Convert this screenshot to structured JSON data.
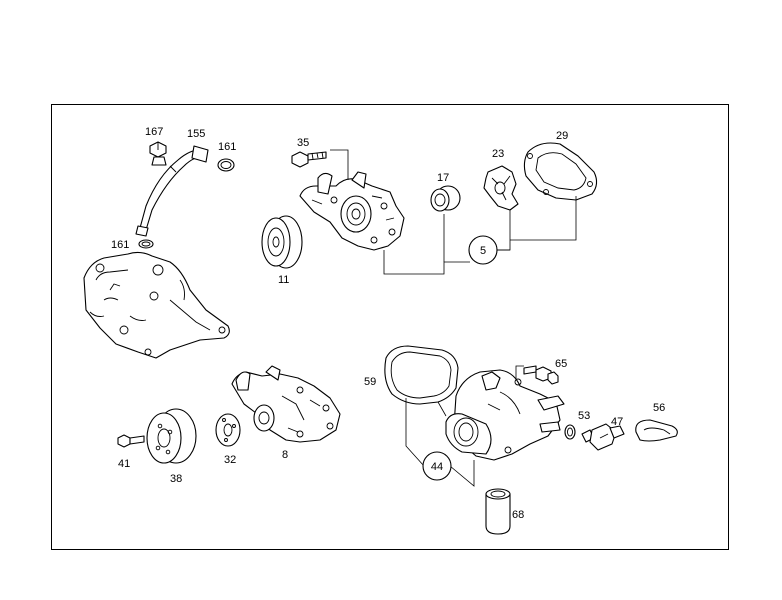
{
  "labels": {
    "p167": "167",
    "p155": "155",
    "p161a": "161",
    "p161b": "161",
    "p35": "35",
    "p17": "17",
    "p23": "23",
    "p29": "29",
    "p5": "5",
    "p11": "11",
    "p65": "65",
    "p59": "59",
    "p53": "53",
    "p47": "47",
    "p56": "56",
    "p44": "44",
    "p68": "68",
    "p41": "41",
    "p38": "38",
    "p32": "32",
    "p8": "8"
  }
}
